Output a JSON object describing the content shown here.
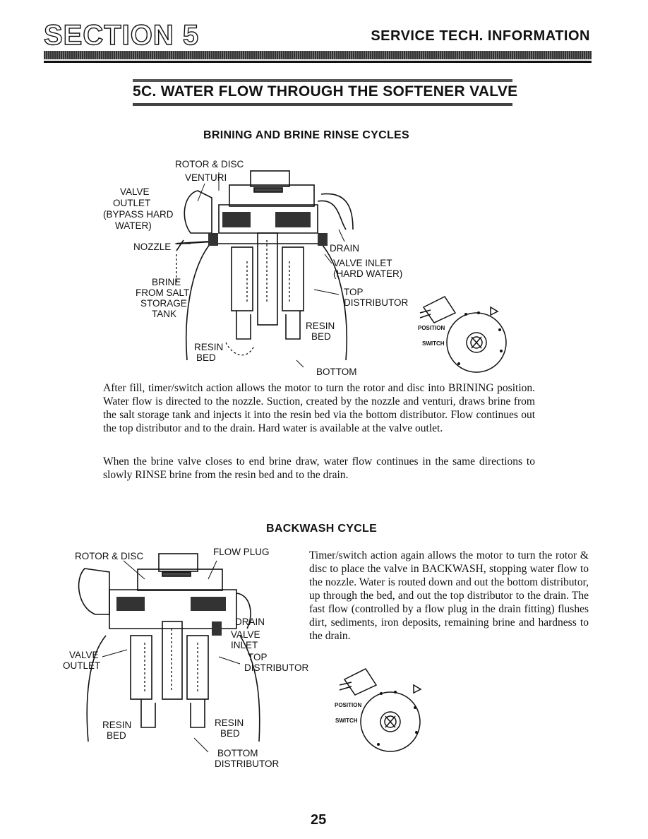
{
  "header": {
    "section": "SECTION 5",
    "subtitle": "SERVICE TECH. INFORMATION"
  },
  "subsection_title": "5C.  WATER FLOW THROUGH THE SOFTENER VALVE",
  "brining": {
    "title": "BRINING AND BRINE RINSE CYCLES",
    "labels": {
      "rotor_disc": "ROTOR & DISC",
      "venturi": "VENTURI",
      "valve_outlet": [
        "VALVE",
        "OUTLET",
        "(BYPASS HARD",
        "WATER)"
      ],
      "nozzle": "NOZZLE",
      "drain": "DRAIN",
      "valve_inlet": [
        "VALVE INLET",
        "(HARD WATER)"
      ],
      "brine": [
        "BRINE",
        "FROM SALT",
        "STORAGE",
        "TANK"
      ],
      "top_distributor": [
        "TOP",
        "DISTRIBUTOR"
      ],
      "resin_bed_right": [
        "RESIN",
        "BED"
      ],
      "resin_bed_left": [
        "RESIN",
        "BED"
      ],
      "bottom": "BOTTOM",
      "position": "POSITION",
      "switch": "SWITCH"
    },
    "paragraph1": "After fill, timer/switch action allows the motor to turn the rotor and disc into BRINING position. Water flow is directed to the nozzle. Suction, created by the nozzle and venturi, draws brine from the salt storage tank and injects it into the resin bed via the bottom distributor. Flow continues out the top distributor and to the drain. Hard water is available at the valve outlet.",
    "paragraph2": "When the brine valve closes to end brine draw, water flow continues in the same directions to slowly RINSE brine from the resin bed and to the drain."
  },
  "backwash": {
    "title": "BACKWASH CYCLE",
    "labels": {
      "rotor_disc": "ROTOR & DISC",
      "flow_plug": "FLOW PLUG",
      "drain": "DRAIN",
      "valve_inlet": [
        "VALVE",
        "INLET"
      ],
      "valve_outlet": [
        "VALVE",
        "OUTLET"
      ],
      "top_distributor": [
        "TOP",
        "DISTRIBUTOR"
      ],
      "resin_bed_left": [
        "RESIN",
        "BED"
      ],
      "resin_bed_right": [
        "RESIN",
        "BED"
      ],
      "bottom_distributor": [
        "BOTTOM",
        "DISTRIBUTOR"
      ],
      "position": "POSITION",
      "switch": "SWITCH"
    },
    "paragraph": "Timer/switch action again allows the motor to turn the rotor & disc to place the valve in BACKWASH, stopping water flow to the nozzle. Water is routed down and out the bottom distributor, up through the bed, and out the top distributor to the drain. The fast flow (controlled by a flow plug in the drain fitting) flushes dirt, sediments, iron deposits, remaining brine and hardness to the drain."
  },
  "page_number": "25"
}
